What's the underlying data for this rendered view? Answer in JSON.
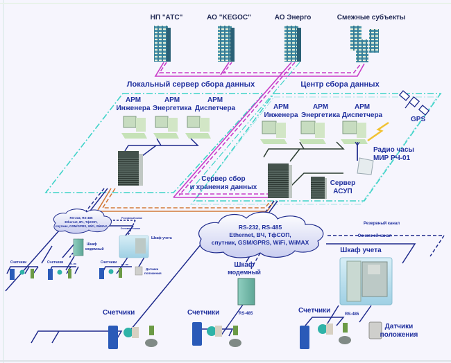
{
  "entities": [
    {
      "label": "НП \"АТС\"",
      "icon": "building-icon"
    },
    {
      "label": "АО \"KEGOC\"",
      "icon": "building-icon"
    },
    {
      "label": "АО Энерго",
      "icon": "building-icon"
    },
    {
      "label": "Смежные субъекты",
      "icon": "buildings-group-icon"
    }
  ],
  "zones": {
    "local_server": "Локальный сервер сбора данных",
    "data_center": "Центр сбора данных"
  },
  "local_workstations": [
    {
      "line1": "АРМ",
      "line2": "Инженера"
    },
    {
      "line1": "АРМ",
      "line2": "Энергетика"
    },
    {
      "line1": "АРМ",
      "line2": "Диспетчера"
    }
  ],
  "center_workstations": [
    {
      "line1": "АРМ",
      "line2": "Инженера"
    },
    {
      "line1": "АРМ",
      "line2": "Энергетика"
    },
    {
      "line1": "АРМ",
      "line2": "Диспетчера"
    }
  ],
  "gps": "GPS",
  "radio_clock": {
    "line1": "Радио часы",
    "line2": "МИР РЧ-01"
  },
  "storage_server": {
    "line1": "Сервер сбор",
    "line2": "и хранения данных"
  },
  "asup_server": {
    "line1": "Сервер",
    "line2": "АСУП"
  },
  "cloud": {
    "line1": "RS-232, RS-485",
    "line2": "Ethernet, ВЧ, ТфСОП,",
    "line3": "спутник, GSM/GPRS, WiFi, WiMAX"
  },
  "channels": {
    "reserve": "Резервный канал",
    "main": "Основной канал"
  },
  "modem_cabinet": {
    "line1": "Шкаф",
    "line2": "модемный"
  },
  "metering_cabinet": "Шкаф учета",
  "meters": "Счетчики",
  "rs485": "RS-485",
  "position_sensors": {
    "line1": "Датчики",
    "line2": "положения"
  },
  "small": {
    "cloud": {
      "line1": "RS-232, RS-485",
      "line2": "Ethernet, ВЧ, ТфСОП,",
      "line3": "спутник, GSM/GPRS, WiFi, WiMAX"
    },
    "channels": {
      "reserve": "Резервный канал",
      "main": "Основной канал"
    },
    "modem_cabinet": {
      "line1": "Шкаф",
      "line2": "модемный"
    },
    "metering_cabinet": "Шкаф учета",
    "meters": "Счетчики",
    "rs485": "RS-485",
    "position_sensors": {
      "line1": "Датчики",
      "line2": "положения"
    }
  },
  "colors": {
    "label": "#1f2f9e",
    "zone_border": "#3fd3c8",
    "link_magenta": "#c83cc8",
    "link_orange": "#d27a3a",
    "link_blue": "#1e2a8c",
    "background": "#f6f5fd"
  }
}
